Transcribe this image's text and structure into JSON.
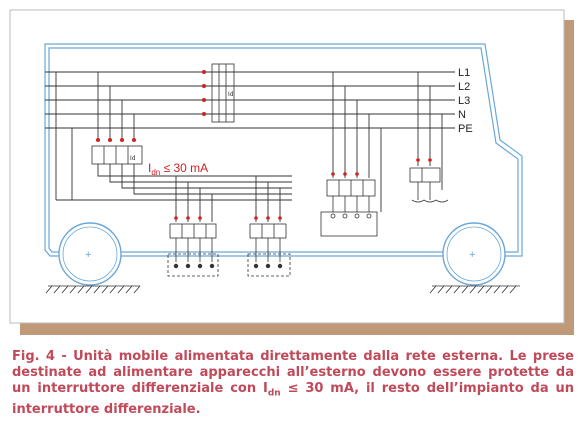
{
  "colors": {
    "frame_shadow": "#c09a78",
    "vehicle_outline": "#6aa8d8",
    "wire": "#333333",
    "breaker_red": "#cc2222",
    "label_red": "#cc2222",
    "caption": "#c04a5a"
  },
  "diagram": {
    "bus_labels": [
      "L1",
      "L2",
      "L3",
      "N",
      "PE"
    ],
    "rcd_label_prefix": "I",
    "rcd_label_sub": "dn",
    "rcd_label_suffix": " ≤ 30 mA"
  },
  "caption": {
    "part1": "Fig. 4 - Unità mobile alimentata direttamente dalla rete esterna. Le prese destinate ad alimentare apparecchi all’esterno devono essere protette da un interruttore differenziale con I",
    "sub": "dn",
    "part2": " ≤ 30 mA, il resto dell’impianto da un interruttore differenziale."
  }
}
